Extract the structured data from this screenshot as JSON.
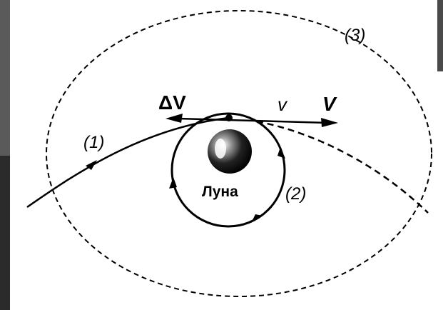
{
  "labels": {
    "trajectory_1": "(1)",
    "orbit_2": "(2)",
    "trajectory_3": "(3)",
    "delta_v": "ΔV",
    "small_v": "v",
    "big_v": "V",
    "moon": "Луна"
  },
  "colors": {
    "stroke": "#000000",
    "slide_bar_top": "#5a5a5a",
    "slide_bar_bottom": "#2b2b2b"
  }
}
